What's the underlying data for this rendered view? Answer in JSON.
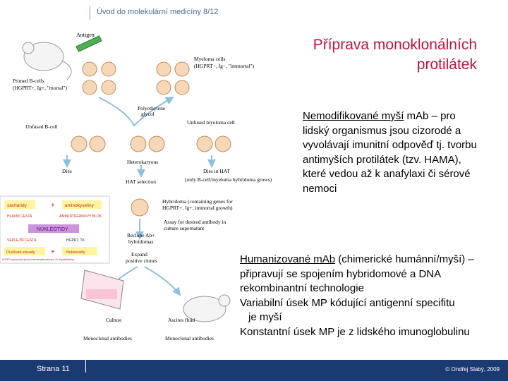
{
  "header": {
    "course_title": "Úvod do molekulární medicíny 8/12"
  },
  "slide": {
    "title_line1": "Příprava monoklonálních",
    "title_line2": "protilátek",
    "para1": {
      "lead": "Nemodifikované myší",
      "rest": " mAb – pro lidský organismus jsou cizorodé a vyvolávají imunitní odpověď tj. tvorbu antimyších protilátek (tzv. HAMA), které vedou až k anafylaxi či sérové nemoci"
    },
    "para2": {
      "lead": "Humanizované mAb",
      "line1_rest": " (chimerické humánní/myší) – připravují se spojením hybridomové a DNA rekombinantní technologie",
      "line2": "Variabilní úsek MP kódující antigenní specifitu",
      "line3": "je myší",
      "line4": "Konstantní úsek MP je z lidského imunoglobulinu"
    }
  },
  "diagram": {
    "labels": {
      "antigen": "Antigen",
      "primed_b_cells": "Primed B-cells",
      "primed_b_cells_markers": "(HGPRT+, Ig+, \"mortal\")",
      "myeloma_cells": "Myeloma cells",
      "myeloma_markers": "(HGPRT−, Ig−, \"immortal\")",
      "peg": "Polyethylene",
      "peg2": "glycol",
      "unfused_b_cell": "Unfused B-cell",
      "unfused_myeloma": "Unfused myeloma cell",
      "heterokaryons": "Heterokaryons",
      "dies": "Dies",
      "dies_in_hat": "Dies in HAT",
      "hat_selection": "HAT selection",
      "only_hybridoma": "(only B-cell/myeloma hybridoma grows)",
      "hybridoma": "Hybridoma (containing genes for",
      "hybridoma2": "HGPRT+, Ig+, immortal growth)",
      "assay": "Assay for desired antibody in",
      "assay2": "culture supernatant",
      "reclone": "Reclone Ab+",
      "reclone2": "hybridomas",
      "expand": "Expand",
      "expand2": "positive clones",
      "culture": "Culture",
      "ascites": "Ascites fluid",
      "mono1": "Monoclonal antibodies",
      "mono2": "Monoclonal antibodies"
    },
    "pathway_box": {
      "sugars": "sacharidy",
      "amino_acids": "aminokyseliny",
      "main_path": "HLAVNÍ CESTA",
      "aminopterin": "AMINOPTERINOVÝ BLOK",
      "nucleotides": "NUKLEOTIDY",
      "salvage": "VEDLEJŠÍ CESTA",
      "hgprt": "HGPRT, TK",
      "bases": "Dusíkaté zásady",
      "nucleosides": "Nukleosidy",
      "footnote": "HGPRT: hypoxanthin-guanin fosforibosyltransferáza; TK: thymidinkináza"
    }
  },
  "footer": {
    "page_label": "Strana 11",
    "copyright": "© Ondřej Slabý, 2009"
  },
  "colors": {
    "title": "#c0143c",
    "footer_bar": "#1c3a72",
    "header_text": "#4a6a9a"
  }
}
